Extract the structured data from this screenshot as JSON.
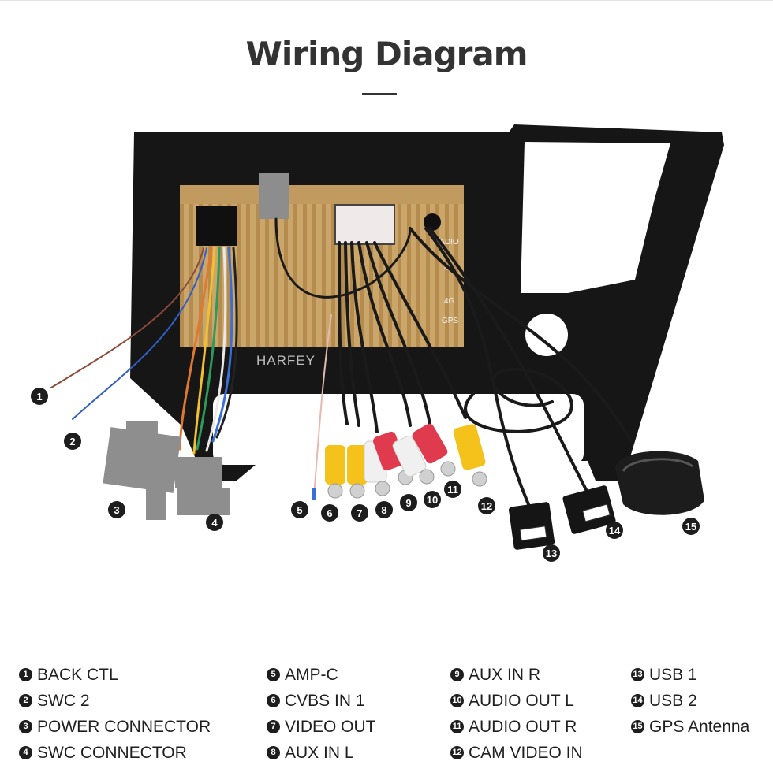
{
  "title": "Wiring Diagram",
  "brand": "HARFEY",
  "port_labels": [
    "RADIO",
    "4G",
    "4G",
    "GPS"
  ],
  "callouts": [
    "1",
    "2",
    "3",
    "4",
    "5",
    "6",
    "7",
    "8",
    "9",
    "10",
    "11",
    "12",
    "13",
    "14",
    "15"
  ],
  "legend": {
    "col1": [
      {
        "num": "1",
        "label": "BACK CTL"
      },
      {
        "num": "2",
        "label": "SWC 2"
      },
      {
        "num": "3",
        "label": "POWER CONNECTOR"
      },
      {
        "num": "4",
        "label": "SWC CONNECTOR"
      }
    ],
    "col2": [
      {
        "num": "5",
        "label": "AMP-C"
      },
      {
        "num": "6",
        "label": "CVBS IN 1"
      },
      {
        "num": "7",
        "label": "VIDEO OUT"
      },
      {
        "num": "8",
        "label": "AUX IN L"
      }
    ],
    "col3": [
      {
        "num": "9",
        "label": "AUX IN R"
      },
      {
        "num": "10",
        "label": "AUDIO OUT L"
      },
      {
        "num": "11",
        "label": "AUDIO OUT R"
      },
      {
        "num": "12",
        "label": "CAM VIDEO IN"
      }
    ],
    "col4": [
      {
        "num": "13",
        "label": "USB 1"
      },
      {
        "num": "14",
        "label": "USB 2"
      },
      {
        "num": "15",
        "label": "GPS Antenna"
      }
    ]
  },
  "colors": {
    "rca_yellow": "#f4c21a",
    "rca_white": "#f0f0f0",
    "rca_red": "#e03a4e",
    "gold_panel": "#c9a56a",
    "frame": "#151515",
    "connector_gray": "#8e8e8e"
  }
}
